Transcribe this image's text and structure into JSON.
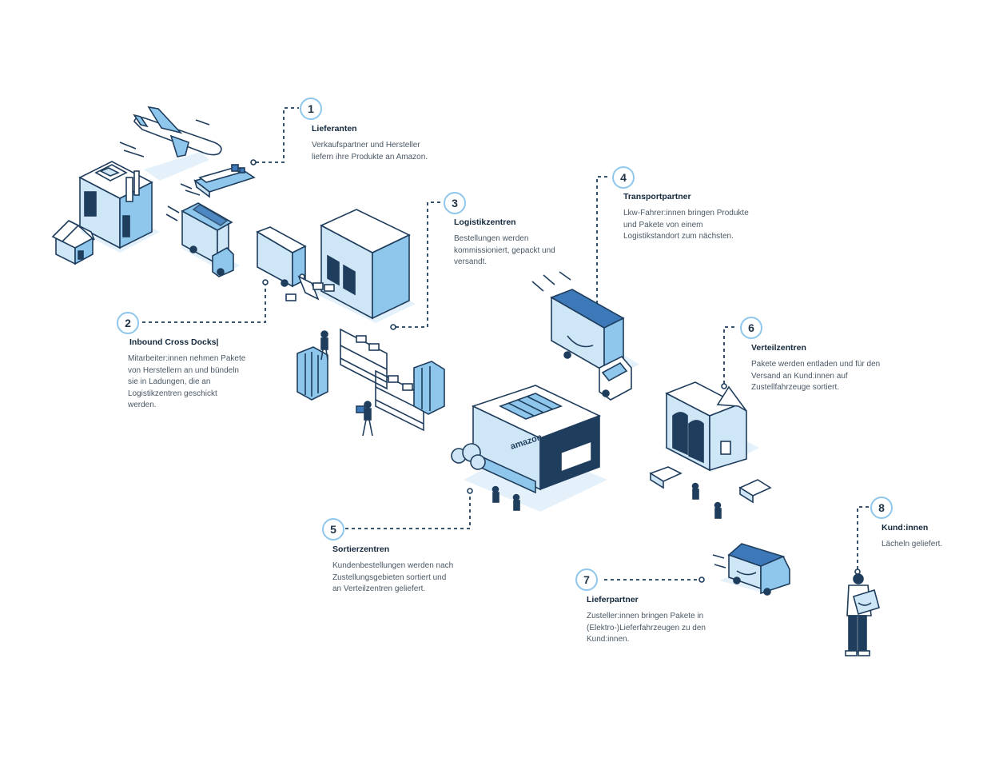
{
  "colors": {
    "navy": "#1f3d5c",
    "light_blue": "#cfe6f7",
    "mid_blue": "#8fc7ec",
    "accent": "#3d79b8"
  },
  "steps": [
    {
      "number": "1",
      "title": "Lieferanten",
      "description": "Verkaufspartner und Hersteller liefern ihre Produkte an Amazon."
    },
    {
      "number": "2",
      "title": "Inbound Cross Docks|",
      "description": "Mitarbeiter:innen nehmen Pakete von Herstellern an und bündeln sie in Ladungen, die an Logistikzentren geschickt werden."
    },
    {
      "number": "3",
      "title": "Logistikzentren",
      "description": "Bestellungen werden kommissioniert, gepackt und versandt."
    },
    {
      "number": "4",
      "title": "Transportpartner",
      "description": "Lkw-Fahrer:innen bringen Produkte und Pakete von einem Logistikstandort zum nächsten."
    },
    {
      "number": "5",
      "title": "Sortierzentren",
      "description": "Kundenbestellungen werden nach Zustellungsgebieten sortiert und an Verteilzentren geliefert."
    },
    {
      "number": "6",
      "title": "Verteilzentren",
      "description": "Pakete werden entladen und für den Versand an Kund:innen auf Zustellfahrzeuge sortiert."
    },
    {
      "number": "7",
      "title": "Lieferpartner",
      "description": "Zusteller:innen bringen Pakete in (Elektro-)Lieferfahrzeugen zu den Kund:innen."
    },
    {
      "number": "8",
      "title": "Kund:innen",
      "description": "Lächeln geliefert."
    }
  ],
  "building_sign": "amazon",
  "icons": [
    "airplane-icon",
    "cargo-ship-icon",
    "factory-icon",
    "house-icon",
    "truck-icon",
    "warehouse-icon",
    "shelving-icon",
    "worker-icon",
    "sorting-center-icon",
    "distribution-center-icon",
    "delivery-van-icon",
    "customer-icon"
  ]
}
